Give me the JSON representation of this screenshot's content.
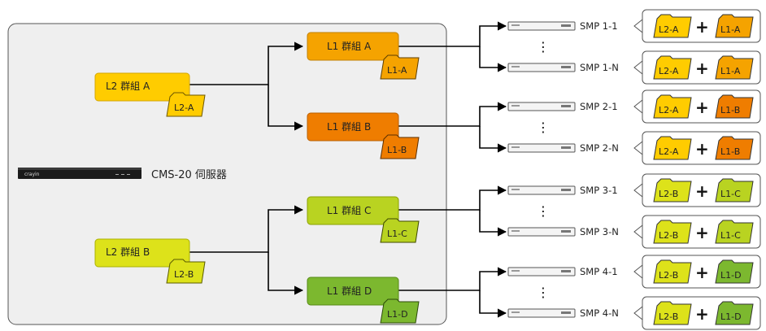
{
  "server": {
    "label": "CMS-20 伺服器",
    "brand": "crayin"
  },
  "l2_groups": [
    {
      "label": "L2 群組 A",
      "folder": "L2-A",
      "color": "#ffcc00"
    },
    {
      "label": "L2 群組 B",
      "folder": "L2-B",
      "color": "#dde21a"
    }
  ],
  "l1_groups": [
    {
      "label": "L1 群組 A",
      "folder": "L1-A",
      "color": "#f5a300"
    },
    {
      "label": "L1 群組 B",
      "folder": "L1-B",
      "color": "#ef7d00"
    },
    {
      "label": "L1 群組 C",
      "folder": "L1-C",
      "color": "#b9d321"
    },
    {
      "label": "L1 群組 D",
      "folder": "L1-D",
      "color": "#7cb82f"
    }
  ],
  "players": [
    {
      "label": "SMP 1-1",
      "l2": "L2-A",
      "l1": "L1-A"
    },
    {
      "label": "SMP 1-N",
      "l2": "L2-A",
      "l1": "L1-A"
    },
    {
      "label": "SMP 2-1",
      "l2": "L2-A",
      "l1": "L1-B"
    },
    {
      "label": "SMP 2-N",
      "l2": "L2-A",
      "l1": "L1-B"
    },
    {
      "label": "SMP 3-1",
      "l2": "L2-B",
      "l1": "L1-C"
    },
    {
      "label": "SMP 3-N",
      "l2": "L2-B",
      "l1": "L1-C"
    },
    {
      "label": "SMP 4-1",
      "l2": "L2-B",
      "l1": "L1-D"
    },
    {
      "label": "SMP 4-N",
      "l2": "L2-B",
      "l1": "L1-D"
    }
  ],
  "plus_sign": "+",
  "ellipsis": "⋮",
  "colors": {
    "panel_bg": "#efefef",
    "panel_border": "#555555",
    "line": "#000000",
    "L2-A": "#ffcc00",
    "L2-B": "#dde21a",
    "L1-A": "#f5a300",
    "L1-B": "#ef7d00",
    "L1-C": "#b9d321",
    "L1-D": "#7cb82f"
  }
}
